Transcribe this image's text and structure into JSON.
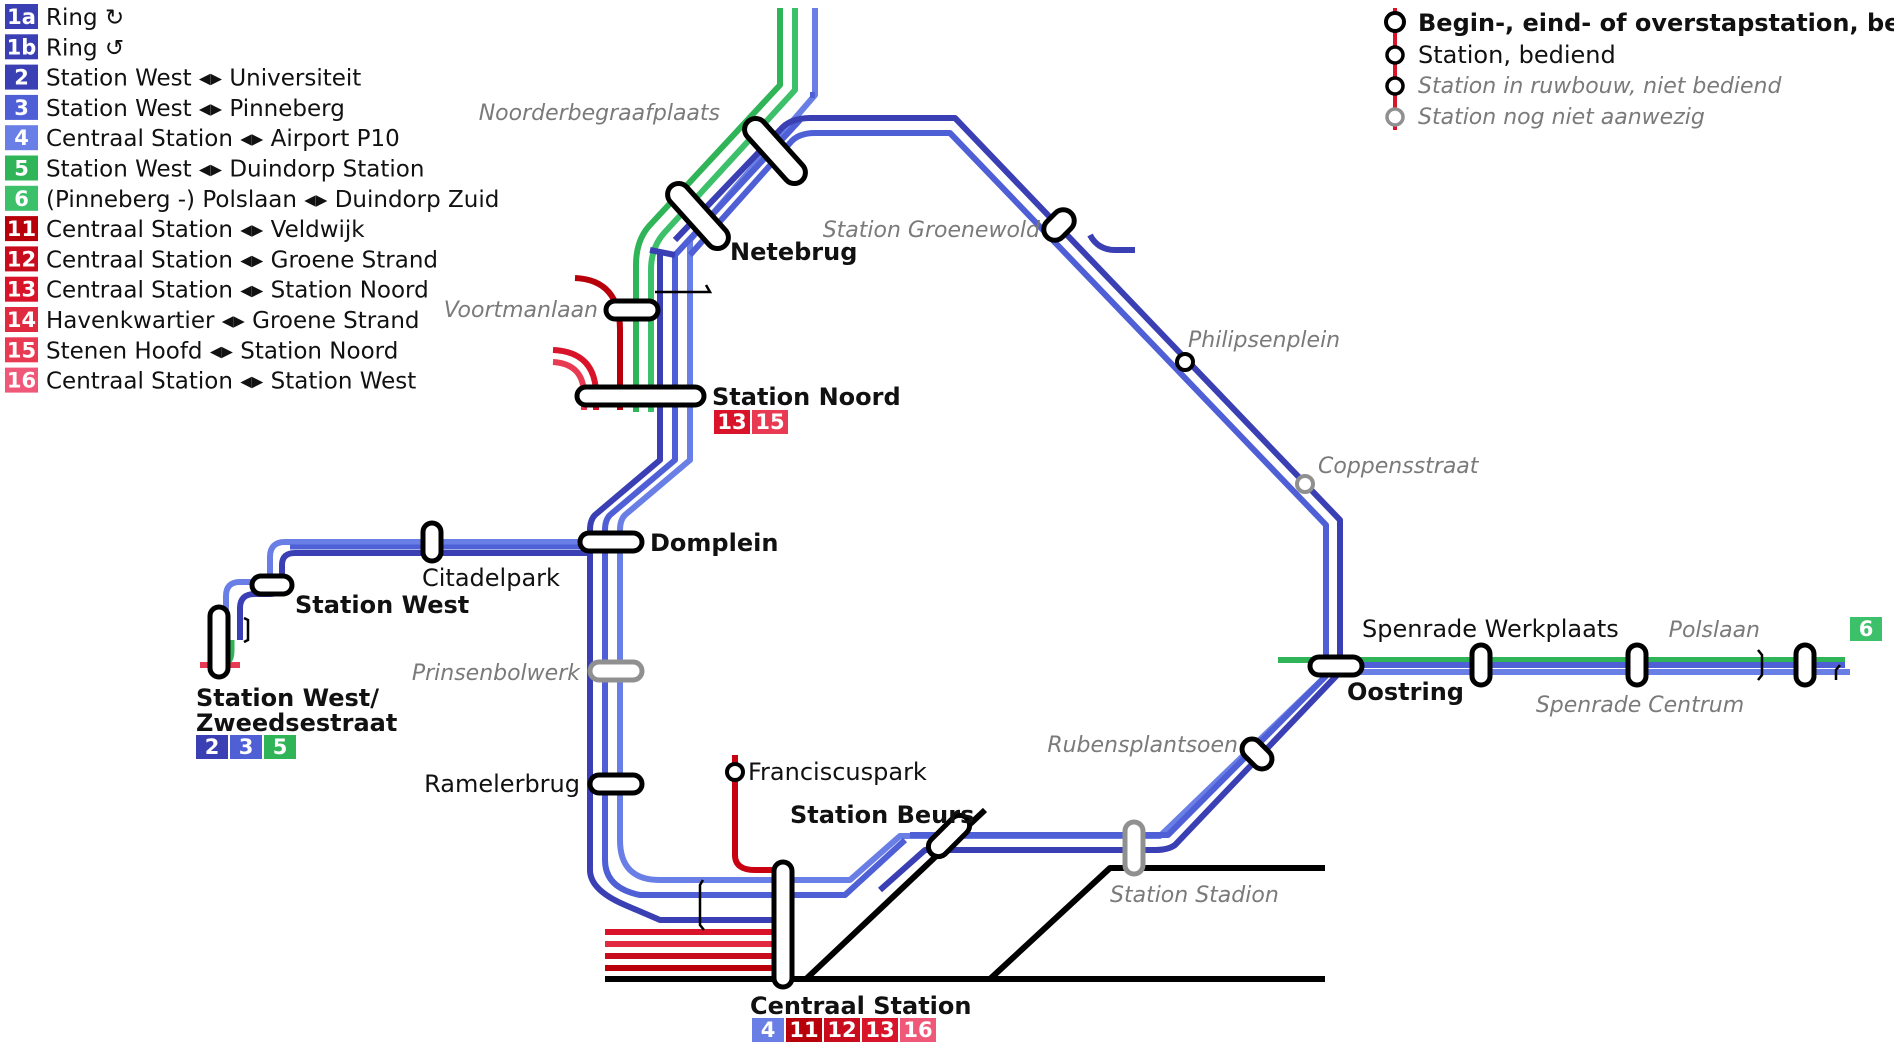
{
  "colors": {
    "line_dark_blue": "#3a3fb4",
    "line_mid_blue": "#4f5fd6",
    "line_light_blue": "#6a7fe6",
    "line_green": "#2fb457",
    "line_light_green": "#3cc06a",
    "line_dark_red": "#b8000b",
    "line_red": "#d9142a",
    "line_pink": "#e83a52",
    "rail": "#000000",
    "planned_gray": "#909090",
    "background": "#ffffff"
  },
  "legend": {
    "routes": [
      {
        "badge": "1a",
        "text": "Ring ↻",
        "color": "#3a3fb4"
      },
      {
        "badge": "1b",
        "text": "Ring ↺",
        "color": "#3a3fb4"
      },
      {
        "badge": "2",
        "text": "Station West ◂▸ Universiteit",
        "color": "#3a3fb4"
      },
      {
        "badge": "3",
        "text": "Station West ◂▸ Pinneberg",
        "color": "#4f5fd6"
      },
      {
        "badge": "4",
        "text": "Centraal Station ◂▸ Airport P10",
        "color": "#6a7fe6"
      },
      {
        "badge": "5",
        "text": "Station West ◂▸ Duindorp Station",
        "color": "#2fb457"
      },
      {
        "badge": "6",
        "text": "(Pinneberg -) Polslaan ◂▸ Duindorp Zuid",
        "color": "#3cc06a"
      },
      {
        "badge": "11",
        "text": "Centraal Station ◂▸ Veldwijk",
        "color": "#b8000b"
      },
      {
        "badge": "12",
        "text": "Centraal Station ◂▸ Groene Strand",
        "color": "#c80c1e"
      },
      {
        "badge": "13",
        "text": "Centraal Station ◂▸ Station Noord",
        "color": "#d9142a"
      },
      {
        "badge": "14",
        "text": "Havenkwartier ◂▸ Groene Strand",
        "color": "#e02a40"
      },
      {
        "badge": "15",
        "text": "Stenen Hoofd ◂▸ Station Noord",
        "color": "#e83a52"
      },
      {
        "badge": "16",
        "text": "Centraal Station ◂▸ Station West",
        "color": "#f0587a"
      }
    ]
  },
  "key": {
    "items": [
      {
        "text": "Begin-, eind- of overstapstation, bediend",
        "style": "bold"
      },
      {
        "text": "Station, bediend",
        "style": "regular"
      },
      {
        "text": "Station in ruwbouw, niet bediend",
        "style": "gray"
      },
      {
        "text": "Station nog niet aanwezig",
        "style": "gray"
      }
    ]
  },
  "stations": {
    "noorderbegraafplaats": "Noorderbegraafplaats",
    "netebrug": "Netebrug",
    "station_groenewold": "Station Groenewold",
    "voortmanlaan": "Voortmanlaan",
    "station_noord": "Station Noord",
    "philipsenplein": "Philipsenplein",
    "coppensstraat": "Coppensstraat",
    "domplein": "Domplein",
    "citadelpark": "Citadelpark",
    "station_west": "Station West",
    "prinsenbolwerk": "Prinsenbolwerk",
    "station_west_zweedsestraat_1": "Station West/",
    "station_west_zweedsestraat_2": "Zweedsestraat",
    "spenrade_werkplaats": "Spenrade Werkplaats",
    "oostring": "Oostring",
    "polslaan": "Polslaan",
    "spenrade_centrum": "Spenrade Centrum",
    "rubensplantsoen": "Rubensplantsoen",
    "ramelerbrug": "Ramelerbrug",
    "franciscuspark": "Franciscuspark",
    "station_beurs": "Station Beurs",
    "station_stadion": "Station Stadion",
    "centraal_station": "Centraal Station"
  },
  "badges": {
    "station_noord": [
      {
        "label": "13",
        "color": "#d9142a"
      },
      {
        "label": "15",
        "color": "#e83a52"
      }
    ],
    "station_west_zweedsestraat": [
      {
        "label": "2",
        "color": "#3a3fb4"
      },
      {
        "label": "3",
        "color": "#4f5fd6"
      },
      {
        "label": "5",
        "color": "#2fb457"
      }
    ],
    "polslaan": [
      {
        "label": "6",
        "color": "#3cc06a"
      }
    ],
    "centraal_station": [
      {
        "label": "4",
        "color": "#6a7fe6"
      },
      {
        "label": "11",
        "color": "#b8000b"
      },
      {
        "label": "12",
        "color": "#c80c1e"
      },
      {
        "label": "13",
        "color": "#d9142a"
      },
      {
        "label": "16",
        "color": "#f0587a"
      }
    ]
  }
}
